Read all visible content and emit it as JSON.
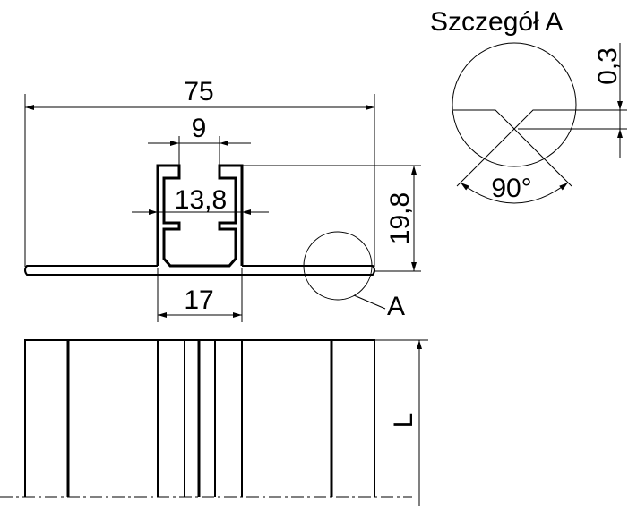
{
  "detail": {
    "title": "Szczegół A",
    "depth": "0,3",
    "angle": "90°"
  },
  "dimensions": {
    "width": "75",
    "slot": "9",
    "inner": "13,8",
    "height": "19,8",
    "base": "17",
    "length": "L"
  },
  "detail_marker": "A"
}
